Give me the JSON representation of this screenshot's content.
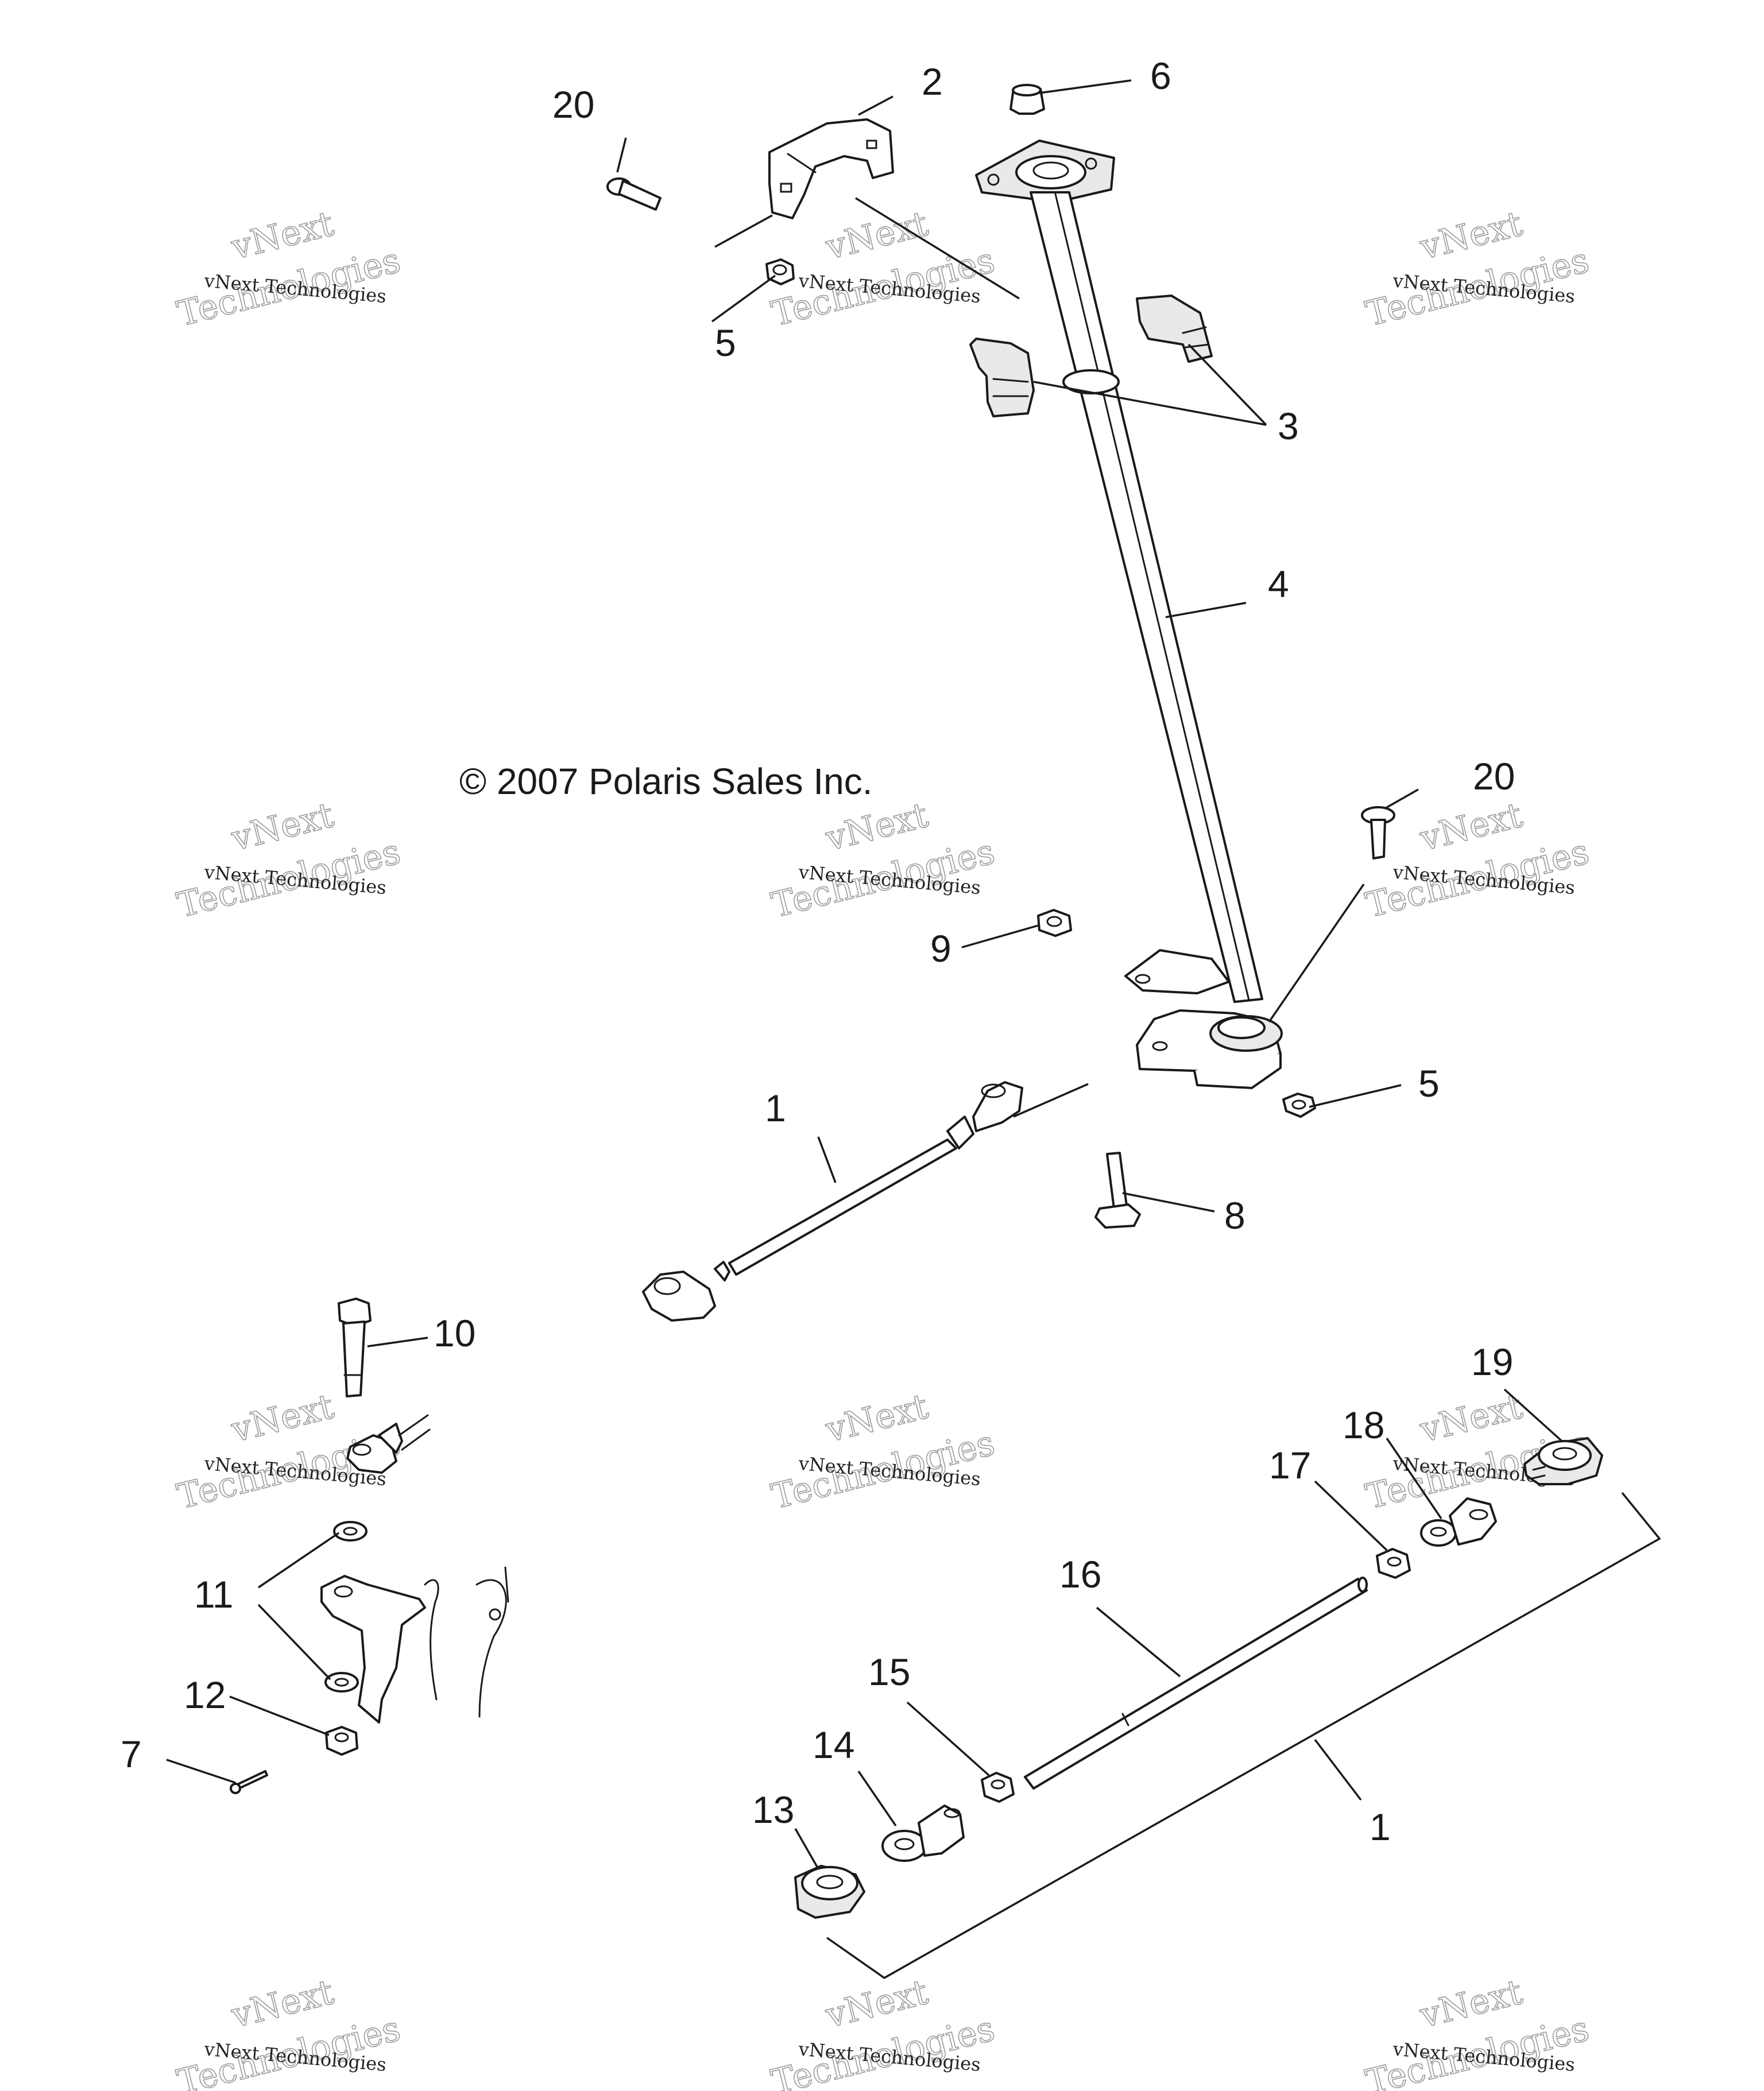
{
  "copyright": "© 2007 Polaris Sales Inc.",
  "watermark": {
    "line1": "vNext Technologies",
    "line2": "vNext",
    "line3": "Technologies"
  },
  "callouts": [
    "1",
    "1",
    "2",
    "3",
    "4",
    "5",
    "5",
    "6",
    "7",
    "8",
    "9",
    "10",
    "11",
    "12",
    "13",
    "14",
    "15",
    "16",
    "17",
    "18",
    "19",
    "20",
    "20"
  ]
}
